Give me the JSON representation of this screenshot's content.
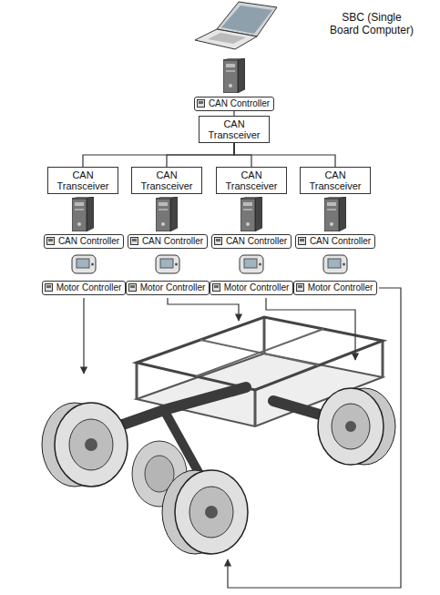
{
  "diagram": {
    "nodes": [
      {
        "text": [
          "CAN Controller"
        ]
      },
      {
        "text": [
          "CAN Transceiver"
        ]
      },
      {
        "text": [
          "CAN Transceiver"
        ]
      },
      {
        "text": [
          "CAN Transceiver"
        ]
      },
      {
        "text": [
          "CAN Transceiver"
        ]
      },
      {
        "text": [
          "CAN Transceiver"
        ]
      },
      {
        "text": [
          "CAN Controller"
        ]
      },
      {
        "text": [
          "CAN Controller"
        ]
      },
      {
        "text": [
          "CAN Controller"
        ]
      },
      {
        "text": [
          "CAN Controller"
        ]
      },
      {
        "text": [
          "Motor Controller"
        ]
      },
      {
        "text": [
          "Motor Controller"
        ]
      },
      {
        "text": [
          "Motor Controller"
        ]
      },
      {
        "text": [
          "Motor Controller"
        ]
      }
    ],
    "edges": [
      {
        "from": 0,
        "to": 1,
        "arrow": "none"
      },
      {
        "from": 1,
        "to": 2,
        "arrow": "none"
      },
      {
        "from": 1,
        "to": 3,
        "arrow": "none"
      },
      {
        "from": 1,
        "to": 4,
        "arrow": "none"
      },
      {
        "from": 1,
        "to": 5,
        "arrow": "none"
      }
    ],
    "labels": [
      "SBC (Single Board Computer)"
    ]
  }
}
